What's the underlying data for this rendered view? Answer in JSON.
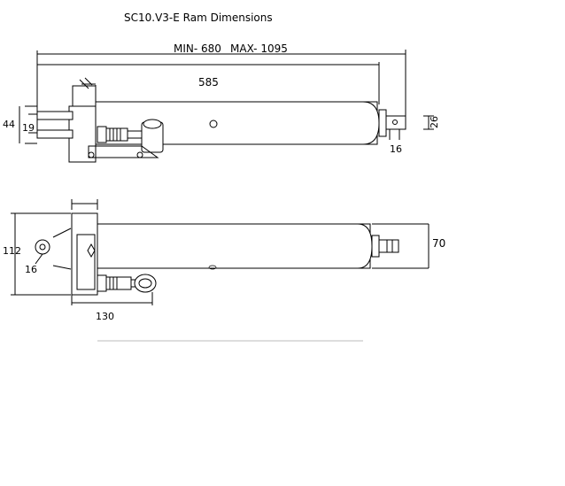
{
  "title": "SC10.V3-E Ram Dimensions",
  "top_view": {
    "min_label": "MIN- 680",
    "max_label": "MAX- 1095",
    "body_length": "585",
    "end_height": "44",
    "end_inner": "19",
    "rod_eye_height": "26",
    "rod_eye_width": "16"
  },
  "side_view": {
    "overall_height": "112",
    "hole": "16",
    "base_width": "130",
    "cylinder_diameter": "70"
  }
}
